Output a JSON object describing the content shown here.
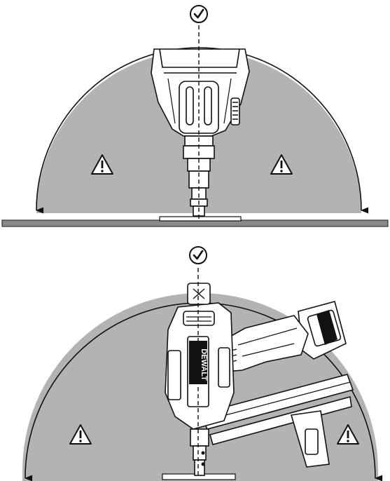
{
  "figure": {
    "panels": [
      {
        "id": "vertical-position",
        "approved_mark": "check-circle-icon",
        "warning_mark": "warning-triangle-icon"
      },
      {
        "id": "angled-position",
        "approved_mark": "check-circle-icon",
        "warning_mark": "warning-triangle-icon"
      }
    ],
    "brand_text": "DEWALT",
    "colors": {
      "danger_zone_fill": "#b3b3b3",
      "line": "#111111",
      "tool_fill": "#ffffff",
      "work_surface": "#8a8a8a"
    }
  }
}
